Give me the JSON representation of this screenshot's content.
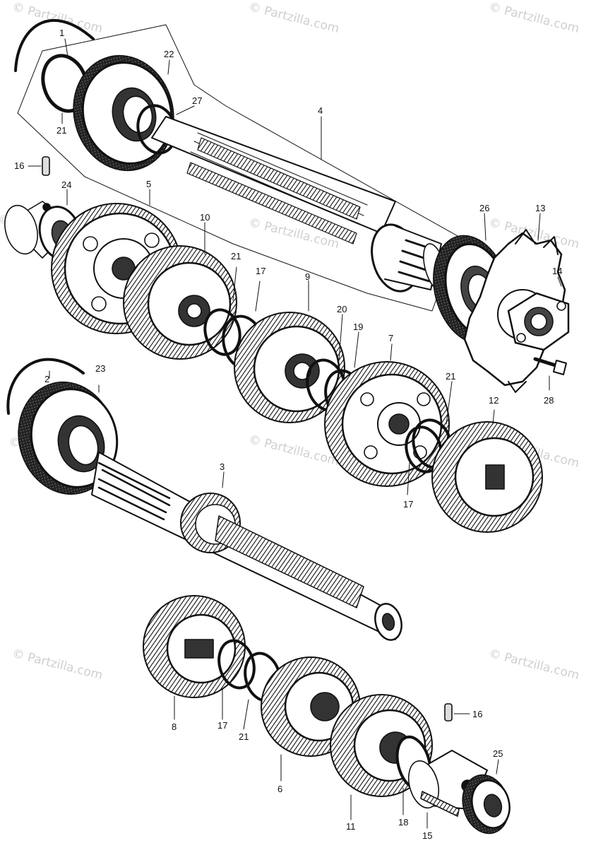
{
  "watermark": {
    "text": "© Partzilla.com"
  },
  "callouts": [
    "1",
    "22",
    "27",
    "4",
    "21",
    "16",
    "24",
    "5",
    "10",
    "26",
    "13",
    "14",
    "21",
    "17",
    "9",
    "20",
    "19",
    "7",
    "2",
    "23",
    "21",
    "28",
    "12",
    "3",
    "17",
    "8",
    "17",
    "21",
    "16",
    "6",
    "25",
    "11",
    "18",
    "15"
  ],
  "colors": {
    "ink": "#111111",
    "watermark": "#cfcfcf",
    "background": "#ffffff"
  }
}
